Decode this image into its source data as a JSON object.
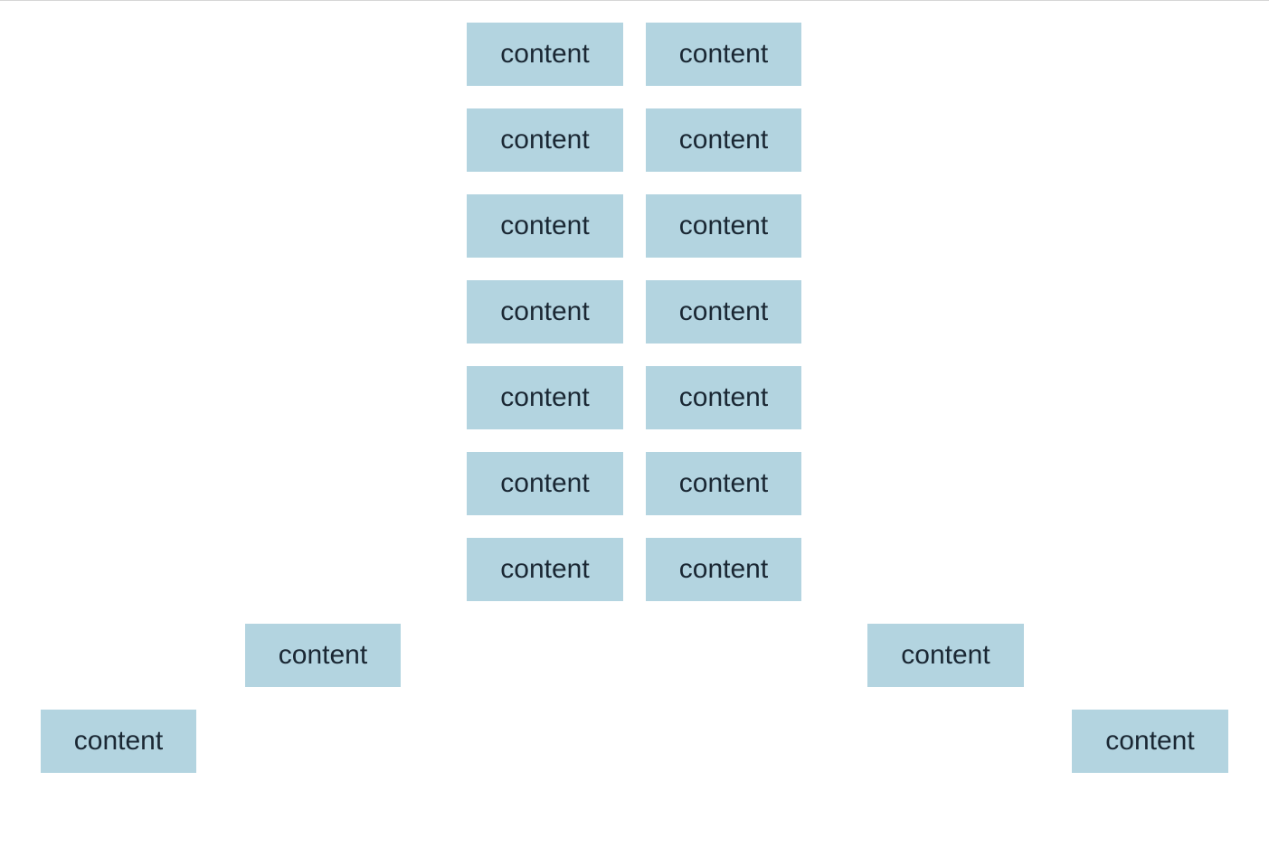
{
  "box_color": "#b3d4e0",
  "text_color": "#1a2733",
  "items": [
    "content",
    "content",
    "content",
    "content",
    "content",
    "content",
    "content",
    "content",
    "content",
    "content",
    "content",
    "content",
    "content",
    "content",
    "content",
    "content",
    "content",
    "content"
  ]
}
